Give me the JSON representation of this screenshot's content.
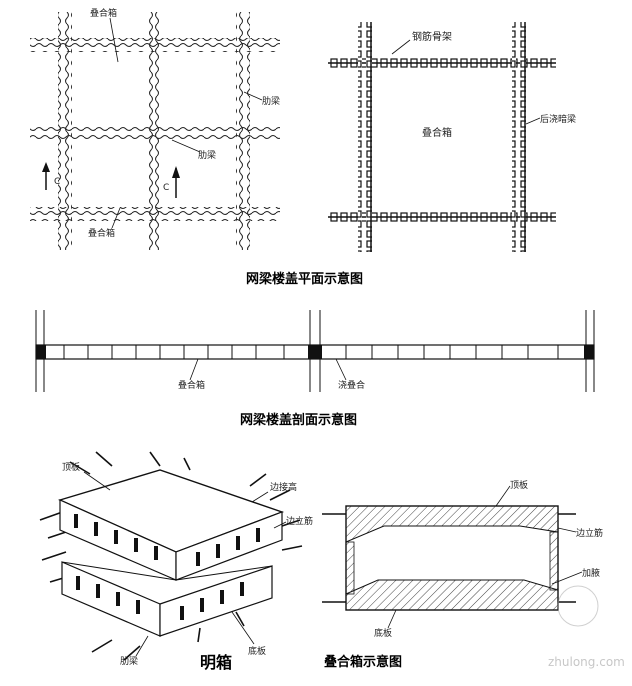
{
  "plan_left": {
    "box_label_top": "叠合箱",
    "box_label_bottom": "叠合箱",
    "rib_label_right": "肋梁",
    "rib_label_mid": "肋梁",
    "section_mark_left": "C",
    "section_mark_right": "C"
  },
  "plan_right": {
    "rebar_label": "钢筋骨架",
    "box_label": "叠合箱",
    "beam_label": "后浇暗梁"
  },
  "caption_plan": "网梁楼盖平面示意图",
  "section": {
    "label_left": "叠合箱",
    "label_right": "浇叠合"
  },
  "caption_section": "网梁楼盖剖面示意图",
  "iso": {
    "top_plate": "顶板",
    "side_rib": "边接高",
    "side_col": "边立筋",
    "rib": "肋梁",
    "bottom": "底板",
    "name": "明箱"
  },
  "box_section": {
    "top_plate": "顶板",
    "side_label": "边立筋",
    "haunch": "加腋",
    "bottom": "底板"
  },
  "caption_box": "叠合箱示意图",
  "watermark": "zhulong.com"
}
